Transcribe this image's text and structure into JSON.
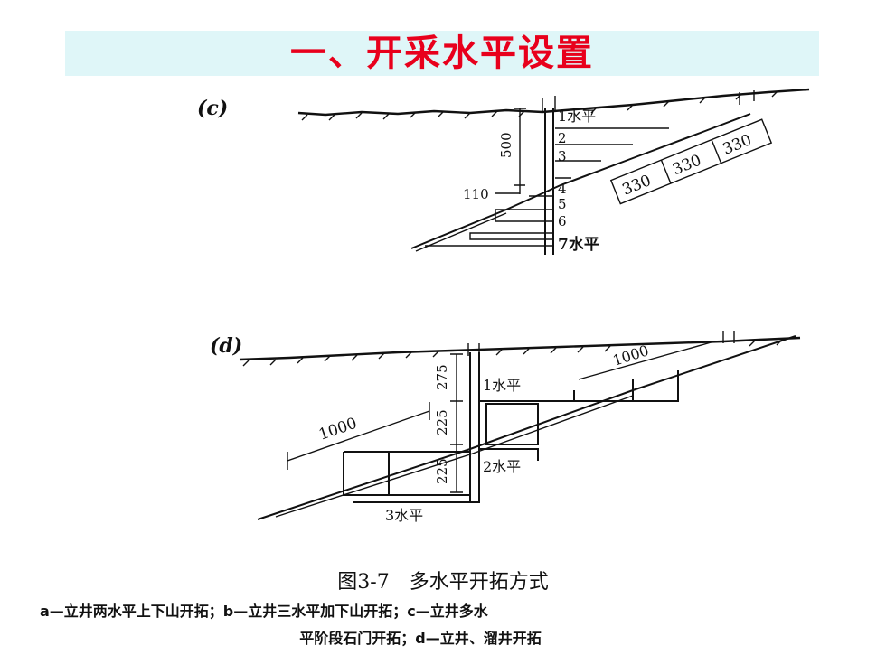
{
  "title": "一、开采水平设置",
  "diagram_c": {
    "label": "(c)",
    "depth_label": "500",
    "offset_label": "110",
    "level_1": "1水平",
    "level_2": "2",
    "level_3": "3",
    "level_4": "4",
    "level_5": "5",
    "level_6": "6",
    "level_7": "7水平",
    "seg_1": "330",
    "seg_2": "330",
    "seg_3": "330"
  },
  "diagram_d": {
    "label": "(d)",
    "depth_1": "275",
    "depth_2": "225",
    "depth_3": "225",
    "length_left": "1000",
    "length_right": "1000",
    "level_1": "1水平",
    "level_2": "2水平",
    "level_3": "3水平"
  },
  "caption": {
    "figure": "图3-7　多水平开拓方式",
    "line1": "a—立井两水平上下山开拓；b—立井三水平加下山开拓；c—立井多水",
    "line2": "平阶段石门开拓；d—立井、溜井开拓"
  }
}
